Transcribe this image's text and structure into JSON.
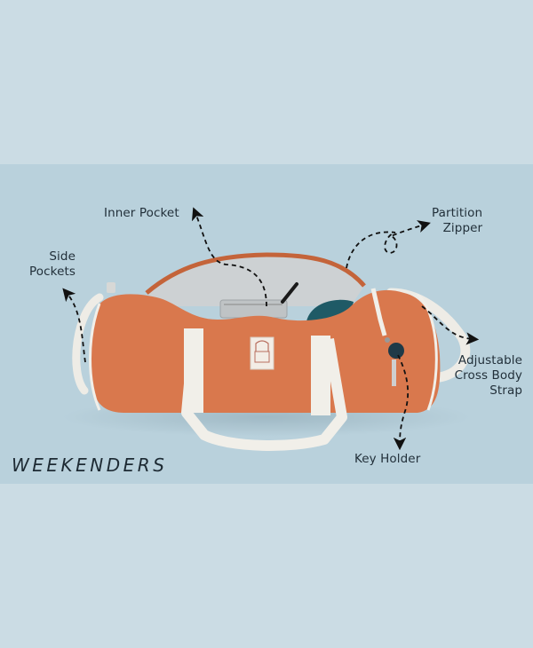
{
  "image": {
    "background_color": "#cbdce4",
    "band_color": "#b9d1dc",
    "bag_color": "#d9784d",
    "strap_color": "#f1efe9",
    "lining_color": "#cfd3d5"
  },
  "brand": {
    "title": "WEEKENDERS"
  },
  "callouts": [
    {
      "id": "inner-pocket",
      "label": "Inner Pocket"
    },
    {
      "id": "partition-zipper",
      "line1": "Partition",
      "line2": "Zipper"
    },
    {
      "id": "side-pockets",
      "line1": "Side",
      "line2": "Pockets"
    },
    {
      "id": "cross-body-strap",
      "line1": "Adjustable",
      "line2": "Cross Body",
      "line3": "Strap"
    },
    {
      "id": "key-holder",
      "label": "Key Holder"
    }
  ]
}
